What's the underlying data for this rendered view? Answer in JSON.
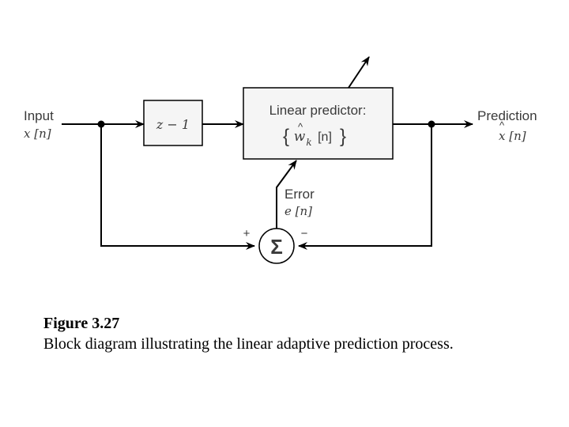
{
  "labels": {
    "input": "Input",
    "input_signal": "x [n]",
    "delay": "z − 1",
    "predictor_title": "Linear predictor:",
    "predictor_weights": "w",
    "weights_subscript": "k",
    "weights_suffix": "[n]",
    "prediction": "Prediction",
    "prediction_signal": "x [n]",
    "error": "Error",
    "error_signal": "e [n]",
    "plus": "+",
    "minus": "−",
    "sum": "Σ"
  },
  "caption": {
    "title": "Figure 3.27",
    "text": "Block diagram illustrating the linear adaptive prediction process."
  },
  "colors": {
    "line": "#000000",
    "box_fill": "#f5f5f5",
    "text": "#3a3a3a"
  }
}
